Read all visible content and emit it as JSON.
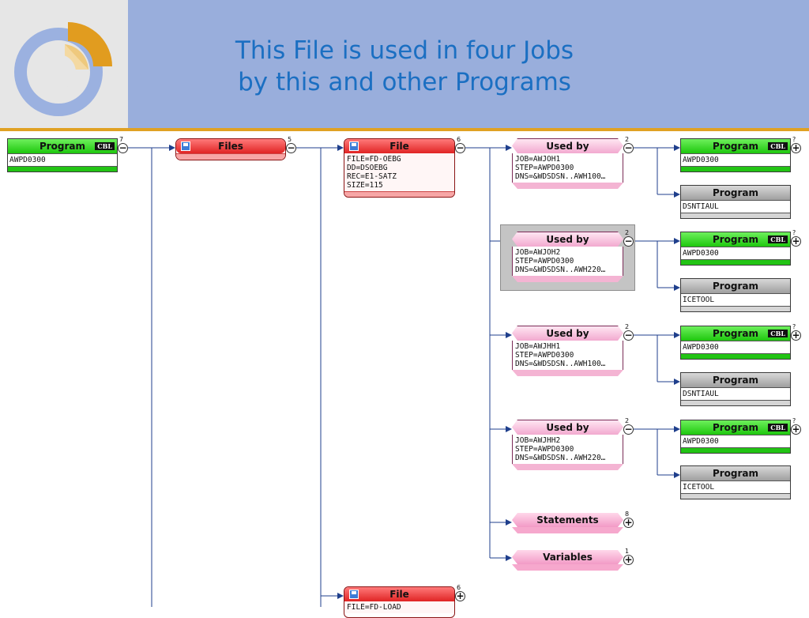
{
  "slide": {
    "title_line1": "This File is used in four Jobs",
    "title_line2": "by this and other Programs",
    "colors": {
      "header_bg": "#99aedc",
      "title": "#1b6fc2",
      "accent_rule": "#e0a123",
      "logo_blue": "#9bb1e0",
      "logo_orange": "#e19c1f"
    }
  },
  "diagram": {
    "root": {
      "header": "Program",
      "tag": "CBL",
      "body": "AWPD0300",
      "count": "7",
      "toggle": "−"
    },
    "files": {
      "header": "Files",
      "count": "5",
      "toggle": "−",
      "icon": "disk-icon"
    },
    "file1": {
      "header": "File",
      "lines": [
        "FILE=FD-OEBG",
        "DD=DSOEBG",
        "REC=E1-SATZ",
        "SIZE=115"
      ],
      "count": "6",
      "toggle": "−",
      "icon": "disk-icon"
    },
    "file2": {
      "header": "File",
      "line": "FILE=FD-LOAD",
      "count": "6",
      "toggle": "+",
      "icon": "disk-icon"
    },
    "used_by": [
      {
        "header": "Used by",
        "lines": [
          "JOB=AWJOH1",
          "STEP=AWPD0300",
          "DNS=&WDSDSN..AWH100…"
        ],
        "count": "2",
        "toggle": "−",
        "program_a": {
          "header": "Program",
          "tag": "CBL",
          "body": "AWPD0300",
          "count": "?",
          "toggle": "+"
        },
        "program_b": {
          "header": "Program",
          "body": "DSNTIAUL"
        }
      },
      {
        "header": "Used by",
        "lines": [
          "JOB=AWJOH2",
          "STEP=AWPD0300",
          "DNS=&WDSDSN..AWH220…"
        ],
        "count": "2",
        "toggle": "−",
        "program_a": {
          "header": "Program",
          "tag": "CBL",
          "body": "AWPD0300",
          "count": "?",
          "toggle": "+"
        },
        "program_b": {
          "header": "Program",
          "body": "ICETOOL"
        }
      },
      {
        "header": "Used by",
        "lines": [
          "JOB=AWJHH1",
          "STEP=AWPD0300",
          "DNS=&WDSDSN..AWH100…"
        ],
        "count": "2",
        "toggle": "−",
        "program_a": {
          "header": "Program",
          "tag": "CBL",
          "body": "AWPD0300",
          "count": "?",
          "toggle": "+"
        },
        "program_b": {
          "header": "Program",
          "body": "DSNTIAUL"
        }
      },
      {
        "header": "Used by",
        "lines": [
          "JOB=AWJHH2",
          "STEP=AWPD0300",
          "DNS=&WDSDSN..AWH220…"
        ],
        "count": "2",
        "toggle": "−",
        "program_a": {
          "header": "Program",
          "tag": "CBL",
          "body": "AWPD0300",
          "count": "?",
          "toggle": "+"
        },
        "program_b": {
          "header": "Program",
          "body": "ICETOOL"
        }
      }
    ],
    "statements": {
      "header": "Statements",
      "count": "8",
      "toggle": "+"
    },
    "variables": {
      "header": "Variables",
      "count": "1",
      "toggle": "+"
    }
  }
}
